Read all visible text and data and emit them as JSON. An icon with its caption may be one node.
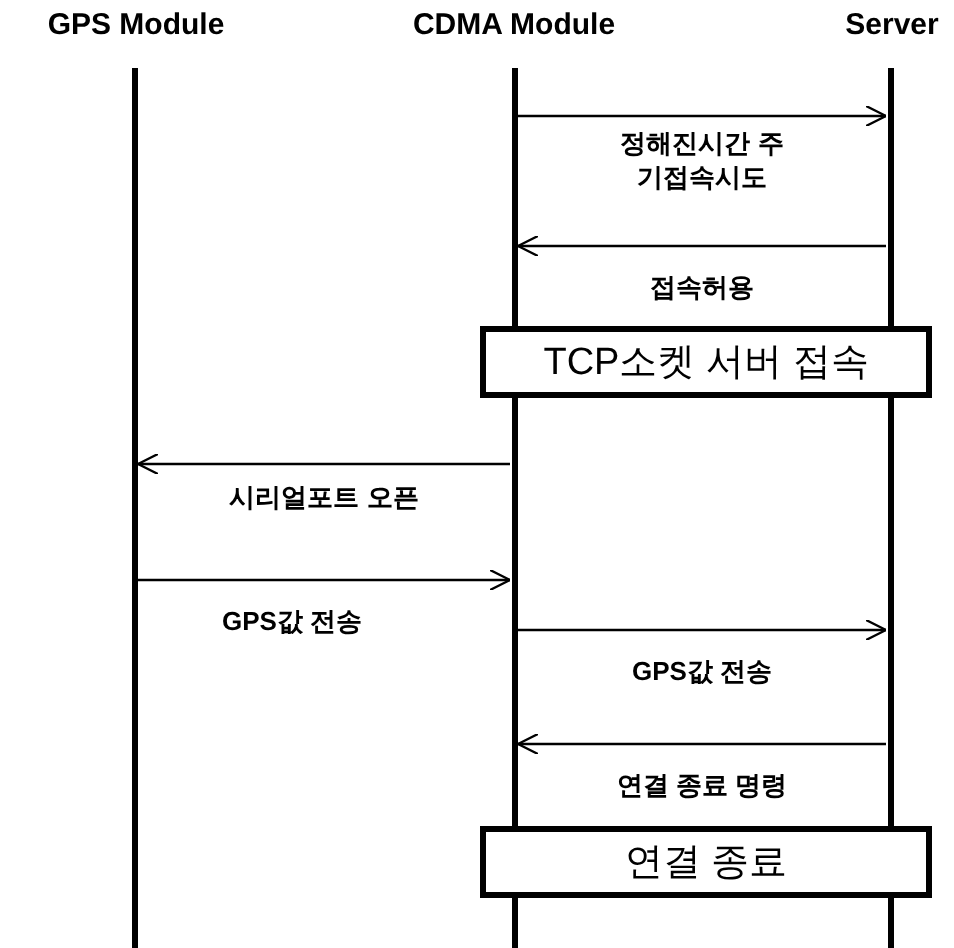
{
  "diagram": {
    "nodes": [
      {
        "text": [
          "GPS Module"
        ]
      },
      {
        "text": [
          "CDMA Module"
        ]
      },
      {
        "text": [
          "Server"
        ]
      },
      {
        "text": [
          "TCP소켓 서버 접속"
        ]
      },
      {
        "text": [
          "연결 종료"
        ]
      }
    ],
    "edges": [
      {
        "from": 1,
        "to": 2,
        "arrow": "to",
        "label": "정해진시간 주기접속시도"
      },
      {
        "from": 2,
        "to": 1,
        "arrow": "to",
        "label": "접속허용"
      },
      {
        "from": 1,
        "to": 0,
        "arrow": "to",
        "label": "시리얼포트 오픈"
      },
      {
        "from": 0,
        "to": 1,
        "arrow": "to",
        "label": "GPS값 전송"
      },
      {
        "from": 1,
        "to": 2,
        "arrow": "to",
        "label": "GPS값 전송"
      },
      {
        "from": 2,
        "to": 1,
        "arrow": "to",
        "label": "연결 종료 명령"
      }
    ]
  }
}
